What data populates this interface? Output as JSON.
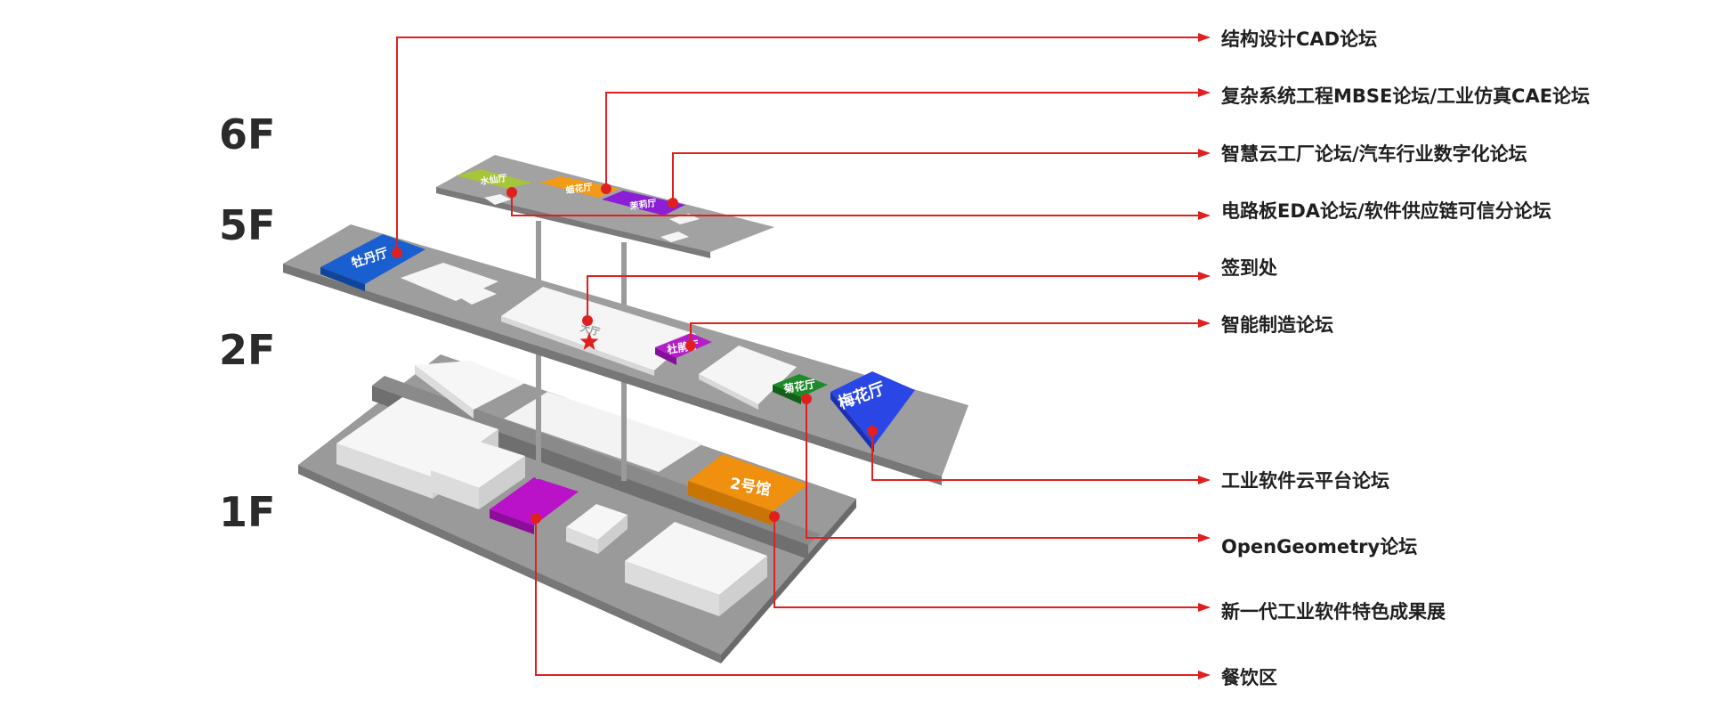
{
  "floors": [
    {
      "id": "6f",
      "label": "6F"
    },
    {
      "id": "5f",
      "label": "5F"
    },
    {
      "id": "2f",
      "label": "2F"
    },
    {
      "id": "1f",
      "label": "1F"
    }
  ],
  "rooms": {
    "shuixian": "水仙厅",
    "lahua": "蜡花厅",
    "moli": "茉莉厅",
    "mudan_5f": "牡丹厅",
    "lobby": "大厅",
    "dujuan": "杜鹃厅",
    "juhua": "菊花厅",
    "meihua": "梅花厅",
    "hall2": "2号馆"
  },
  "legend": [
    {
      "id": "cad",
      "label": "结构设计CAD论坛"
    },
    {
      "id": "mbse",
      "label": "复杂系统工程MBSE论坛/工业仿真CAE论坛"
    },
    {
      "id": "cloud-factory",
      "label": "智慧云工厂论坛/汽车行业数字化论坛"
    },
    {
      "id": "eda",
      "label": "电路板EDA论坛/软件供应链可信分论坛"
    },
    {
      "id": "checkin",
      "label": "签到处"
    },
    {
      "id": "smart-mfg",
      "label": "智能制造论坛"
    },
    {
      "id": "cloud-platform",
      "label": "工业软件云平台论坛"
    },
    {
      "id": "opengeometry",
      "label": "OpenGeometry论坛"
    },
    {
      "id": "expo",
      "label": "新一代工业软件特色成果展"
    },
    {
      "id": "dining",
      "label": "餐饮区"
    }
  ],
  "colors": {
    "floor_slab": "#9e9e9e",
    "floor_edge": "#7a7a7a",
    "room_white": "#f4f4f4",
    "leader": "#e02020",
    "green_room": "#a6c53a",
    "orange_room": "#f39a17",
    "purple_room": "#8a1fd6",
    "blue_room": "#1a5fcf",
    "magenta_room": "#b41ec8",
    "dark_green_room": "#1e8a2a",
    "meihua_blue": "#2a47e6",
    "hall_orange": "#f0900f",
    "dining_magenta": "#b912c8"
  }
}
